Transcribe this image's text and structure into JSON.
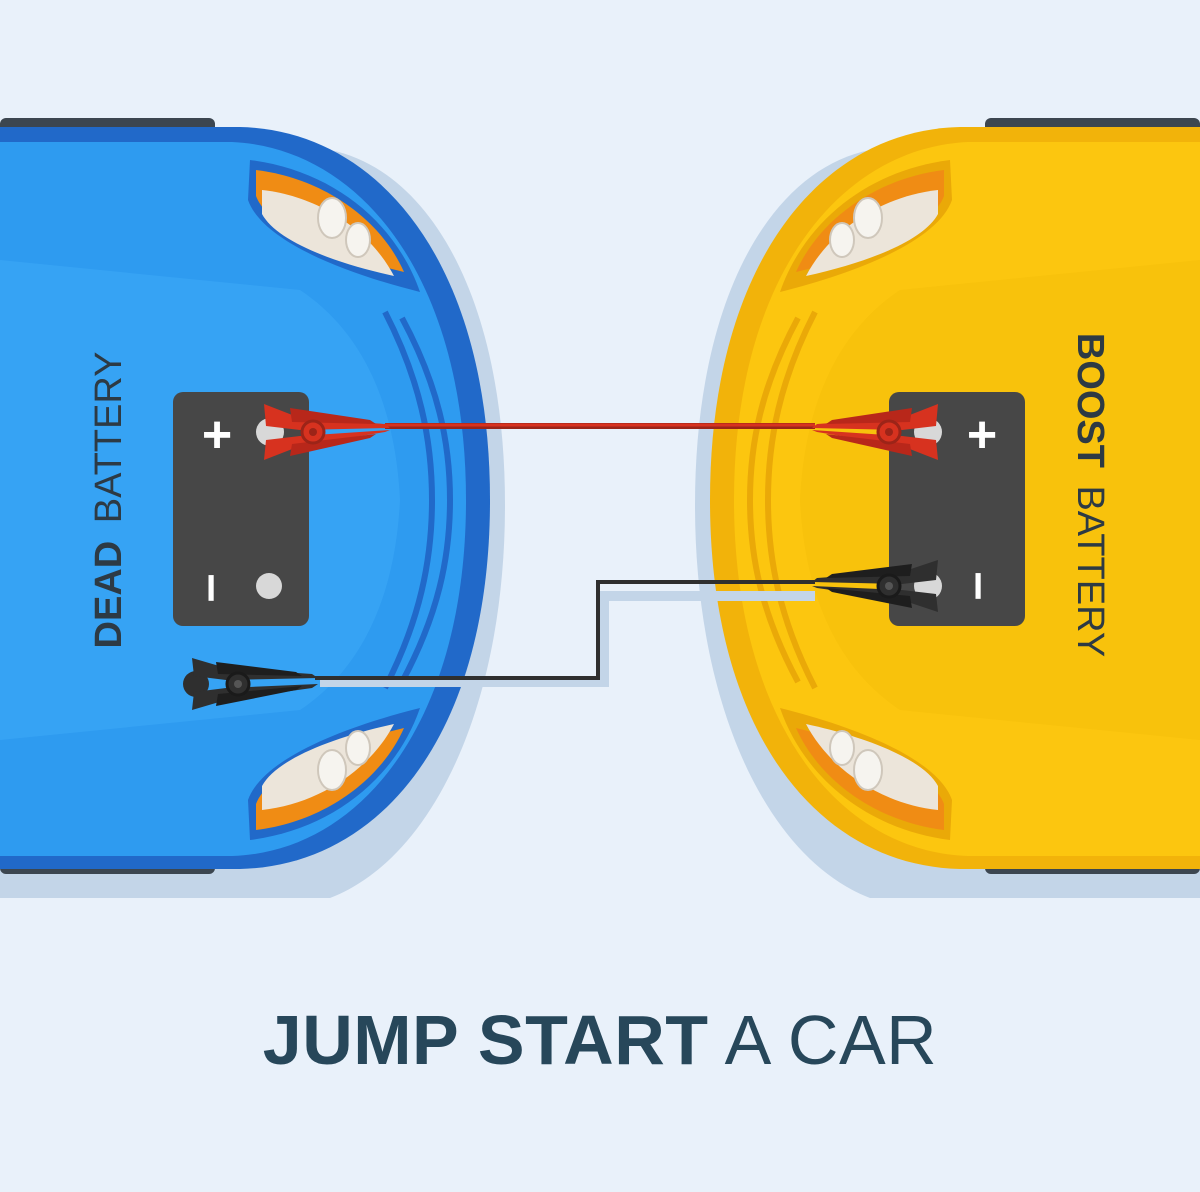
{
  "colors": {
    "background": "#e9f1fa",
    "dead_car_body": "#2e9bf0",
    "dead_car_outline": "#2169c9",
    "boost_car_body": "#fcc60f",
    "boost_car_outline": "#f2b30a",
    "battery": "#474747",
    "positive_cable": "#d7321f",
    "negative_cable": "#2f2f2f",
    "text": "#27475a"
  },
  "dead_car": {
    "label_bold": "DEAD",
    "label_thin": "BATTERY"
  },
  "boost_car": {
    "label_bold": "BOOST",
    "label_thin": "BATTERY"
  },
  "battery_terminals": {
    "positive": "+",
    "negative": "–"
  },
  "caption": {
    "bold": "JUMP START",
    "thin": "A CAR"
  }
}
